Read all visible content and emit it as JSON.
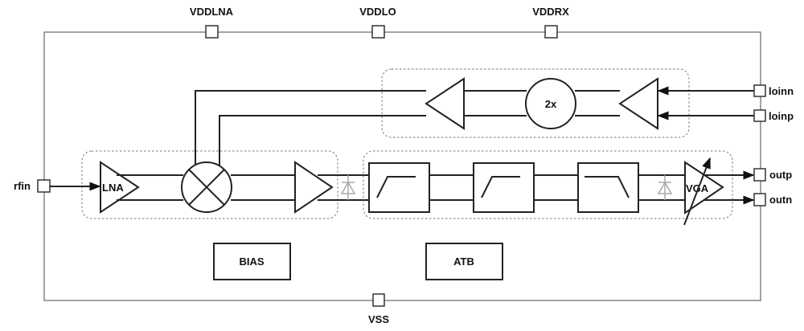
{
  "diagram": {
    "title": "RF receiver chip block diagram",
    "supply_pins": [
      "VDDLNA",
      "VDDLO",
      "VDDRX"
    ],
    "ground_pin": "VSS",
    "input_pin": "rfin",
    "lo_pins": [
      "loinn",
      "loinp"
    ],
    "output_pins": [
      "outp",
      "outn"
    ],
    "blocks": {
      "lna": "LNA",
      "doubler": "2x",
      "vga": "VGA",
      "bias": "BIAS",
      "atb": "ATB"
    },
    "filters": [
      "high-pass",
      "high-pass",
      "low-pass"
    ]
  }
}
